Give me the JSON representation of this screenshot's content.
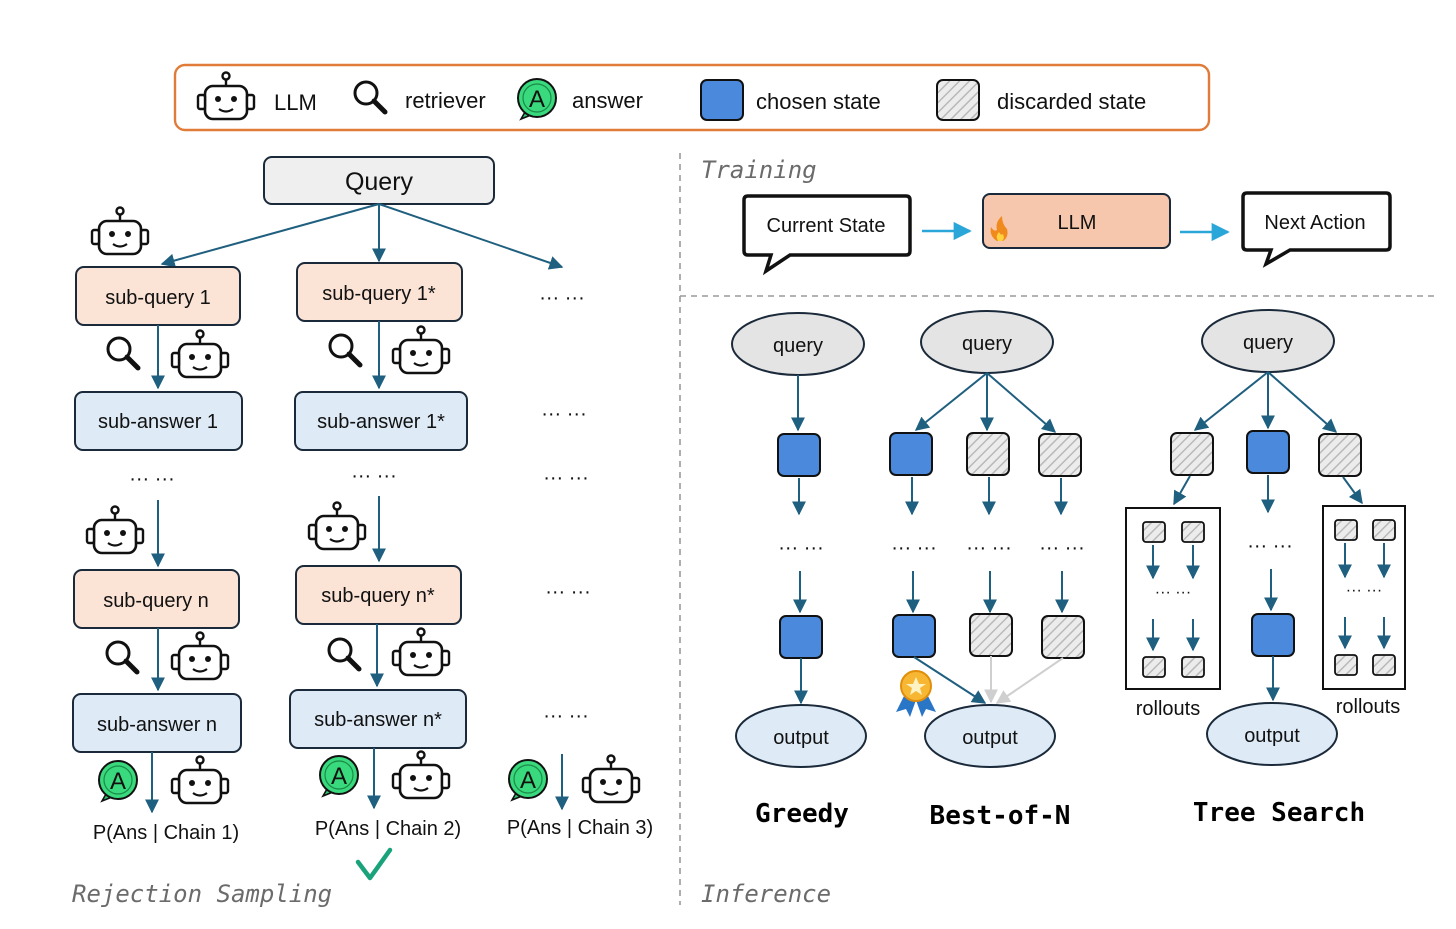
{
  "legend": {
    "llm": "LLM",
    "retriever": "retriever",
    "answer": "answer",
    "chosen": "chosen state",
    "discarded": "discarded state",
    "answer_glyph": "A"
  },
  "rejection": {
    "query": "Query",
    "chain1": {
      "sq1": "sub-query 1",
      "sa1": "sub-answer 1",
      "sqn": "sub-query n",
      "san": "sub-answer n",
      "p": "P(Ans | Chain 1)"
    },
    "chain2": {
      "sq1": "sub-query 1*",
      "sa1": "sub-answer 1*",
      "sqn": "sub-query n*",
      "san": "sub-answer n*",
      "p": "P(Ans | Chain 2)"
    },
    "chain3": {
      "p": "P(Ans | Chain 3)"
    },
    "ellipsis": "··· ···",
    "label": "Rejection Sampling"
  },
  "training": {
    "label": "Training",
    "current": "Current State",
    "llm": "LLM",
    "next": "Next Action"
  },
  "inference": {
    "label": "Inference",
    "query": "query",
    "output": "output",
    "rollouts": "rollouts",
    "ellipsis": "··· ···",
    "greedy": "Greedy",
    "bestofn": "Best-of-N",
    "tree": "Tree Search"
  },
  "colors": {
    "orange_border": "#e07b39",
    "subquery_fill": "#fbe3d6",
    "subanswer_fill": "#deebf7",
    "chosen_fill": "#4a89dc",
    "arrow": "#1f5f7f",
    "cyan_arrow": "#2aa6d8",
    "llm_fill": "#f6c6ad",
    "green": "#2ecc71",
    "check": "#1aa37a"
  }
}
